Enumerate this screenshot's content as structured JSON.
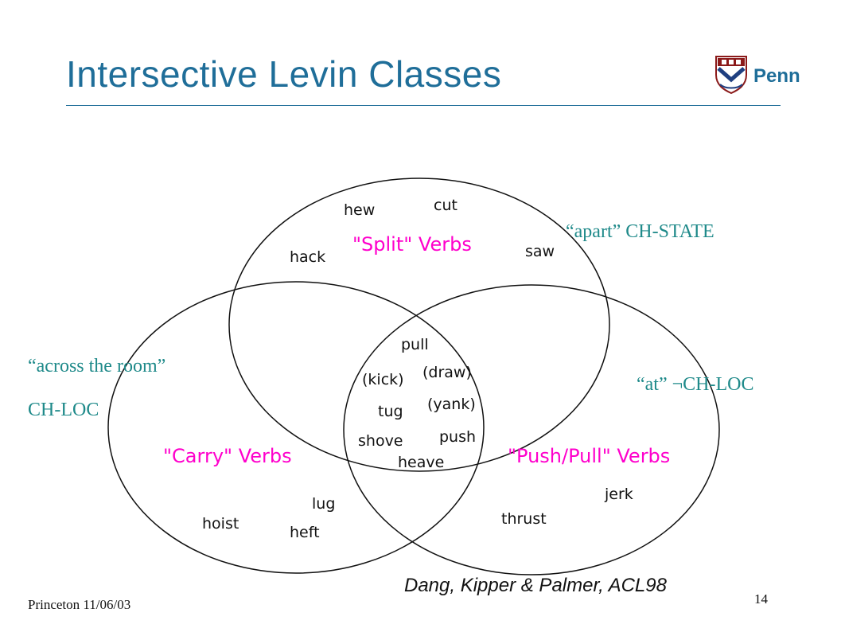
{
  "slide": {
    "title": "Intersective Levin Classes",
    "logo_text": "Penn",
    "footer_left": "Princeton 11/06/03",
    "page_number": "14",
    "citation": "Dang, Kipper & Palmer, ACL98"
  },
  "annotations": {
    "split_sense": "“apart” CH-STATE",
    "carry_sense_line1": "“across  the room”",
    "carry_sense_line2": "CH-LOC",
    "push_sense": "“at” ¬CH-LOC"
  },
  "diagram": {
    "sets": {
      "split": "\"Split\" Verbs",
      "carry": "\"Carry\" Verbs",
      "push_pull": "\"Push/Pull\" Verbs"
    },
    "split_only": [
      "hew",
      "cut",
      "hack",
      "saw"
    ],
    "center": [
      "pull",
      "(kick)",
      "(draw)",
      "(yank)",
      "tug",
      "shove",
      "push",
      "heave"
    ],
    "carry_only": [
      "lug",
      "hoist",
      "heft"
    ],
    "push_pull_only": [
      "jerk",
      "thrust"
    ]
  },
  "colors": {
    "title": "#1f6e99",
    "class_label": "#ff00cc",
    "annotation": "#1f8a8a",
    "logo_shield": "#8b1a1a"
  }
}
